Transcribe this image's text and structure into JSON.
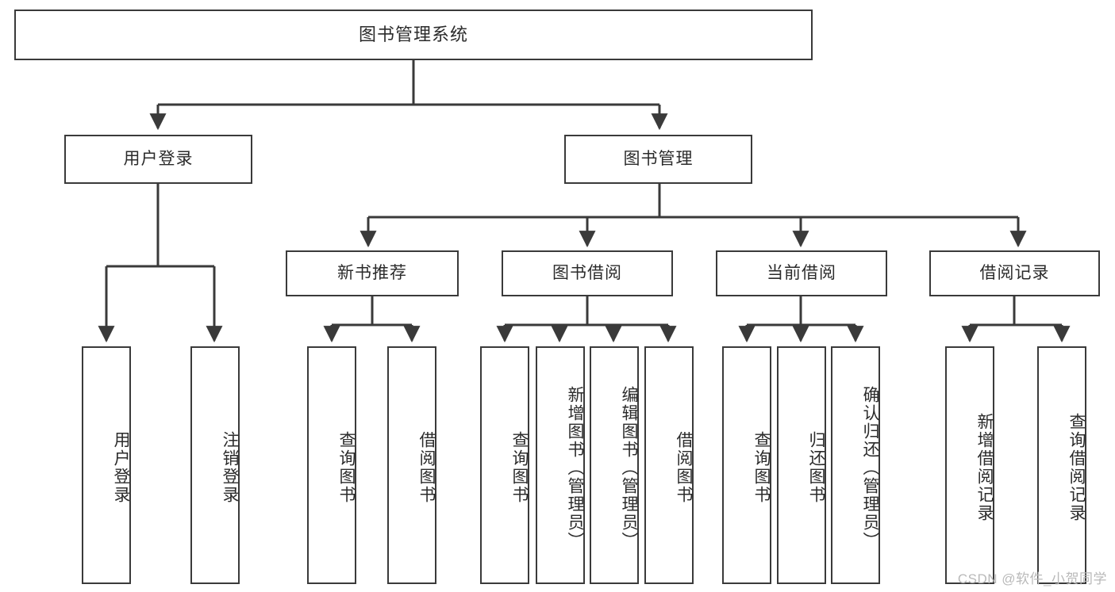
{
  "diagram": {
    "title": "图书管理系统",
    "type": "tree-hierarchy",
    "orientation": "top-down",
    "colors": {
      "box_border": "#3a3a3a",
      "box_fill": "#ffffff",
      "edge": "#3a3a3a",
      "text": "#2b2b2b",
      "background": "#ffffff",
      "watermark": "#b9b9b9"
    }
  },
  "nodes": {
    "root": {
      "label": "图书管理系统"
    },
    "level2": [
      {
        "id": "user-login",
        "label": "用户登录"
      },
      {
        "id": "book-manage",
        "label": "图书管理"
      }
    ],
    "level3": [
      {
        "id": "new-book-recommend",
        "label": "新书推荐"
      },
      {
        "id": "book-borrow",
        "label": "图书借阅"
      },
      {
        "id": "current-borrow",
        "label": "当前借阅"
      },
      {
        "id": "borrow-record",
        "label": "借阅记录"
      }
    ],
    "leaves": {
      "user_login": [
        {
          "id": "leaf-user-login",
          "label": "用户登录"
        },
        {
          "id": "leaf-logout-login",
          "label": "注销登录"
        }
      ],
      "new_book_recommend": [
        {
          "id": "leaf-query-book-1",
          "label": "查询图书"
        },
        {
          "id": "leaf-borrow-book-1",
          "label": "借阅图书"
        }
      ],
      "book_borrow": [
        {
          "id": "leaf-query-book-2",
          "label": "查询图书"
        },
        {
          "id": "leaf-add-book",
          "label": "新增图书（管理员）"
        },
        {
          "id": "leaf-edit-book",
          "label": "编辑图书（管理员）"
        },
        {
          "id": "leaf-borrow-book-2",
          "label": "借阅图书"
        }
      ],
      "current_borrow": [
        {
          "id": "leaf-query-book-3",
          "label": "查询图书"
        },
        {
          "id": "leaf-return-book",
          "label": "归还图书"
        },
        {
          "id": "leaf-confirm-return",
          "label": "确认归还（管理员）"
        }
      ],
      "borrow_record": [
        {
          "id": "leaf-add-record",
          "label": "新增借阅记录"
        },
        {
          "id": "leaf-query-record",
          "label": "查询借阅记录"
        }
      ]
    }
  },
  "watermark": {
    "text": "CSDN @软件_小贺同学"
  }
}
